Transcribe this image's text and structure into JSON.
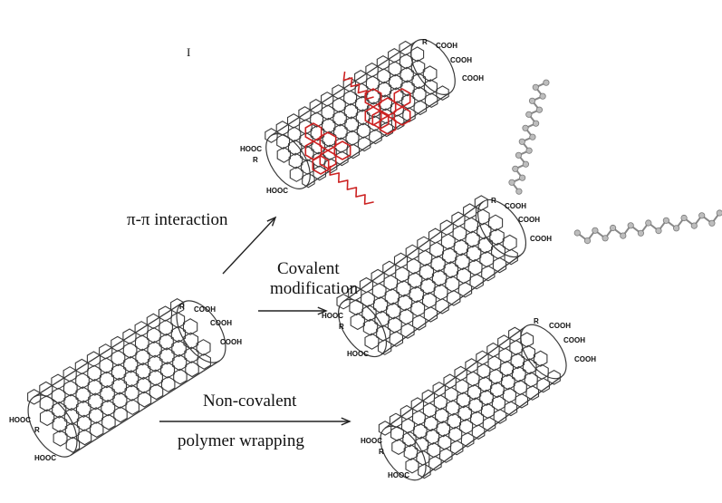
{
  "labels": {
    "pi_pi": "π-π interaction",
    "covalent_line1": "Covalent",
    "covalent_line2": "modification",
    "noncovalent_line1": "Non-covalent",
    "noncovalent_line2": "polymer wrapping"
  },
  "groups": {
    "carboxyl": "COOH",
    "carboxyl_rev": "HOOC",
    "r_group": "R"
  },
  "tick_mark": "I",
  "colors": {
    "lattice": "#3a3a3a",
    "aromatic": "#cc2222",
    "chain": "#888888",
    "arrow": "#222222"
  }
}
